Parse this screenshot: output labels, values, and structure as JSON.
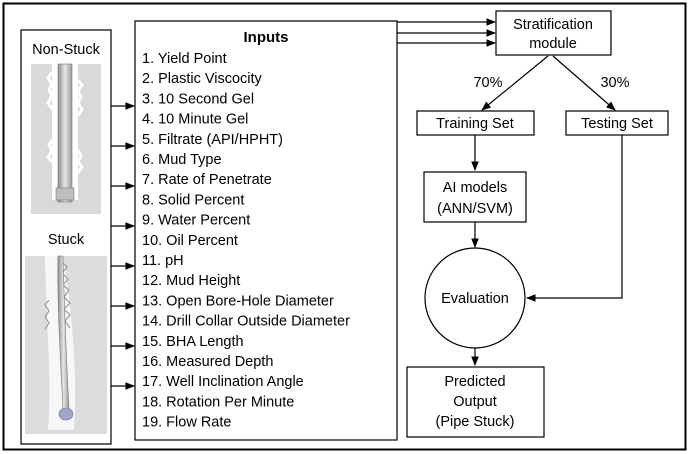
{
  "panel": {
    "non_stuck_label": "Non-Stuck",
    "stuck_label": "Stuck"
  },
  "inputs": {
    "title": "Inputs",
    "items": [
      "1. Yield Point",
      "2. Plastic Viscocity",
      "3. 10 Second Gel",
      "4. 10 Minute Gel",
      "5. Filtrate (API/HPHT)",
      "6. Mud Type",
      "7. Rate of Penetrate",
      "8. Solid Percent",
      "9. Water Percent",
      "10. Oil Percent",
      "11. pH",
      "12. Mud Height",
      "13. Open Bore-Hole Diameter",
      "14. Drill Collar Outside Diameter",
      "15. BHA Length",
      "16. Measured Depth",
      "17. Well Inclination Angle",
      "18. Rotation Per Minute",
      "19. Flow Rate"
    ]
  },
  "flow": {
    "stratification": [
      "Stratification",
      "module"
    ],
    "split_train": "70%",
    "split_test": "30%",
    "training_set": "Training Set",
    "testing_set": "Testing Set",
    "ai_models": [
      "AI models",
      "(ANN/SVM)"
    ],
    "evaluation": "Evaluation",
    "predicted": [
      "Predicted",
      "Output",
      "(Pipe Stuck)"
    ]
  }
}
